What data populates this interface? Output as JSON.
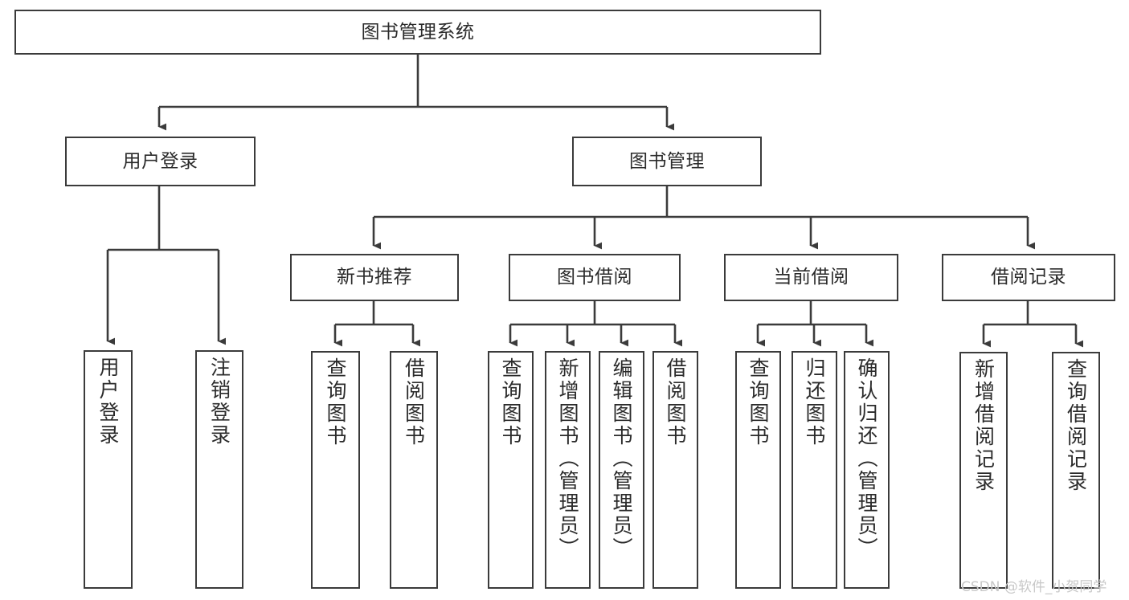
{
  "diagram": {
    "title": "图书管理系统",
    "type": "hierarchy-tree",
    "root": {
      "id": "root",
      "label": "图书管理系统"
    },
    "level2": [
      {
        "id": "user-login",
        "label": "用户登录"
      },
      {
        "id": "book-management",
        "label": "图书管理"
      }
    ],
    "level3": [
      {
        "id": "new-book-recommend",
        "label": "新书推荐",
        "parent": "book-management"
      },
      {
        "id": "book-borrow",
        "label": "图书借阅",
        "parent": "book-management"
      },
      {
        "id": "current-borrow",
        "label": "当前借阅",
        "parent": "book-management"
      },
      {
        "id": "borrow-record",
        "label": "借阅记录",
        "parent": "book-management"
      }
    ],
    "leaves": [
      {
        "id": "leaf-user-login",
        "label": "用户登录",
        "parent": "user-login"
      },
      {
        "id": "leaf-logout-login",
        "label": "注销登录",
        "parent": "user-login"
      },
      {
        "id": "leaf-query-book-1",
        "label": "查询图书",
        "parent": "new-book-recommend"
      },
      {
        "id": "leaf-borrow-book-1",
        "label": "借阅图书",
        "parent": "new-book-recommend"
      },
      {
        "id": "leaf-query-book-2",
        "label": "查询图书",
        "parent": "book-borrow"
      },
      {
        "id": "leaf-add-book",
        "label": "新增图书（管理员）",
        "parent": "book-borrow"
      },
      {
        "id": "leaf-edit-book",
        "label": "编辑图书（管理员）",
        "parent": "book-borrow"
      },
      {
        "id": "leaf-borrow-book-2",
        "label": "借阅图书",
        "parent": "book-borrow"
      },
      {
        "id": "leaf-query-book-3",
        "label": "查询图书",
        "parent": "current-borrow"
      },
      {
        "id": "leaf-return-book",
        "label": "归还图书",
        "parent": "current-borrow"
      },
      {
        "id": "leaf-confirm-return",
        "label": "确认归还（管理员）",
        "parent": "current-borrow"
      },
      {
        "id": "leaf-add-record",
        "label": "新增借阅记录",
        "parent": "borrow-record"
      },
      {
        "id": "leaf-query-record",
        "label": "查询借阅记录",
        "parent": "borrow-record"
      }
    ]
  },
  "watermark": {
    "text": "CSDN @软件_小贺同学"
  },
  "colors": {
    "stroke": "#3b3b3b",
    "fill": "#ffffff",
    "text": "#2b2b2b",
    "watermark": "#c8c8c8"
  }
}
